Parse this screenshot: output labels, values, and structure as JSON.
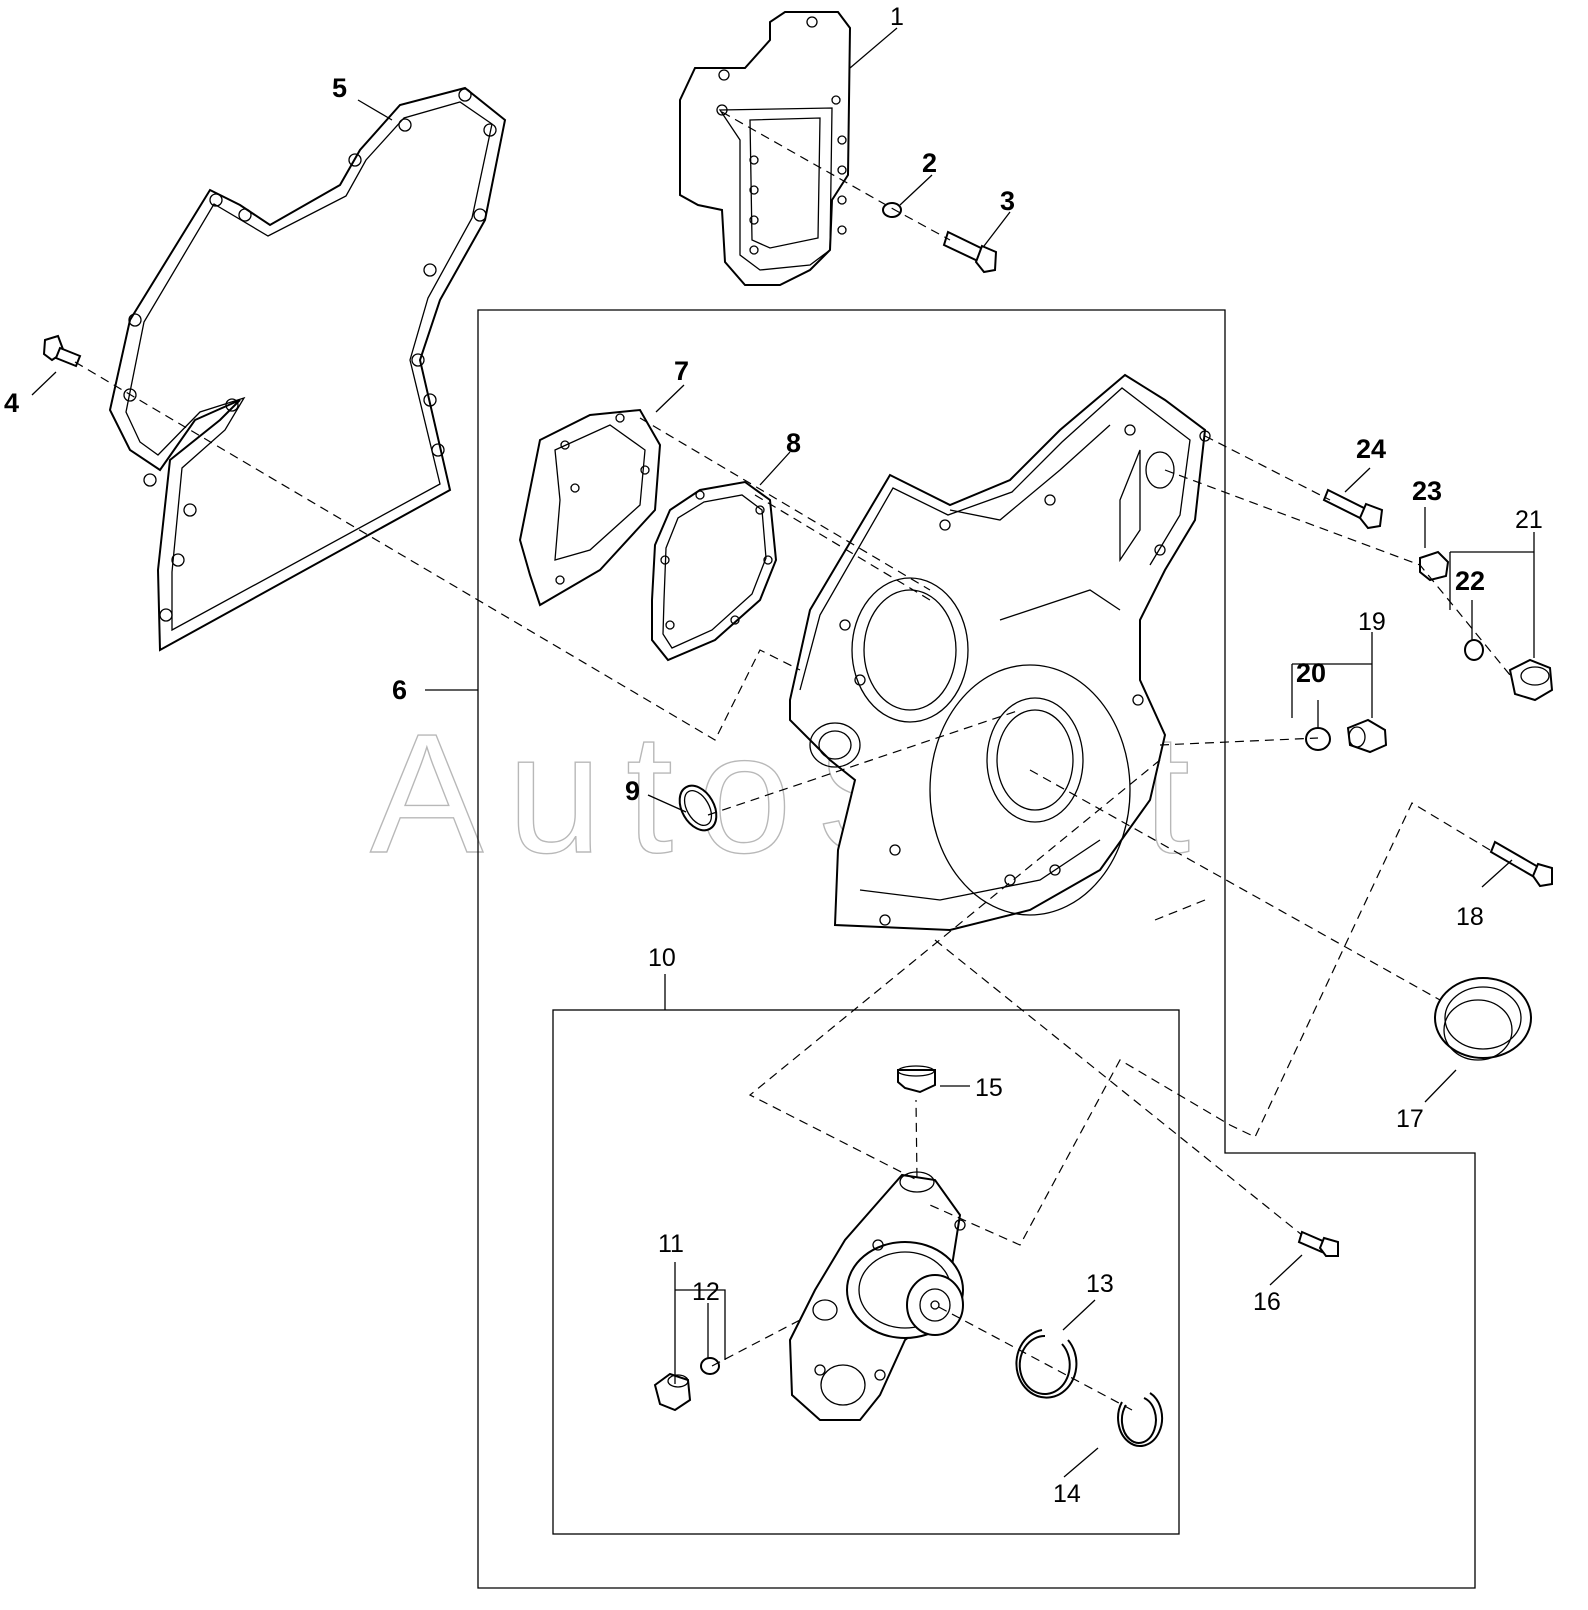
{
  "watermark": "AutoSoft",
  "callouts": {
    "c1": "1",
    "c2": "2",
    "c3": "3",
    "c4": "4",
    "c5": "5",
    "c6": "6",
    "c7": "7",
    "c8": "8",
    "c9": "9",
    "c10": "10",
    "c11": "11",
    "c12": "12",
    "c13": "13",
    "c14": "14",
    "c15": "15",
    "c16": "16",
    "c17": "17",
    "c18": "18",
    "c19": "19",
    "c20": "20",
    "c21": "21",
    "c22": "22",
    "c23": "23",
    "c24": "24"
  }
}
